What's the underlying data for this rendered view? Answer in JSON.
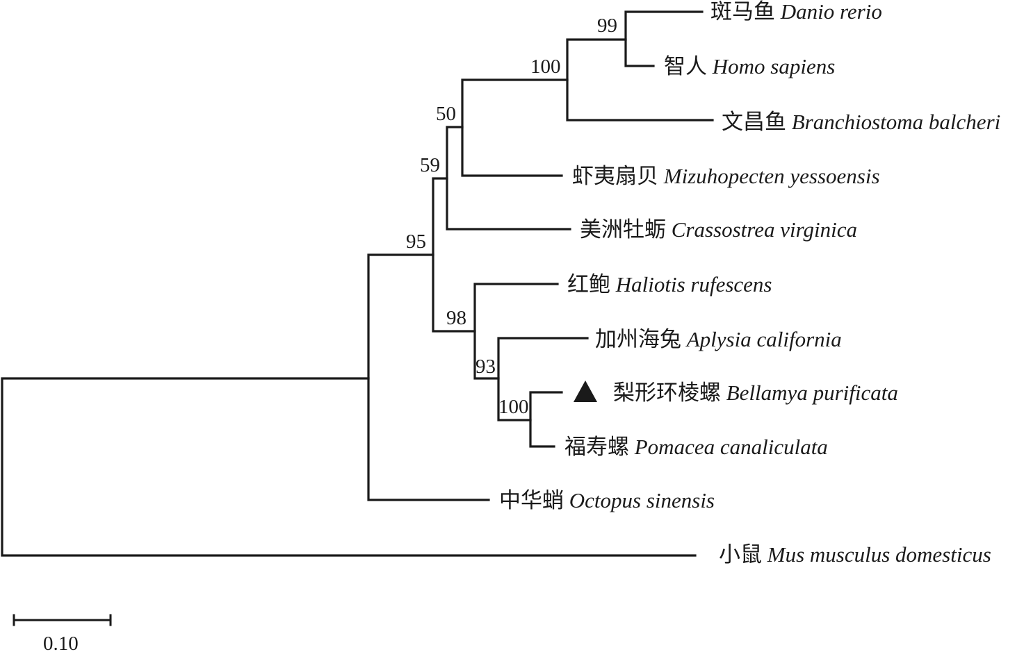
{
  "taxa": [
    {
      "cn": "斑马鱼",
      "latin": "Danio rerio"
    },
    {
      "cn": "智人",
      "latin": "Homo sapiens"
    },
    {
      "cn": "文昌鱼",
      "latin": "Branchiostoma balcheri"
    },
    {
      "cn": "虾夷扇贝",
      "latin": "Mizuhopecten yessoensis"
    },
    {
      "cn": "美洲牡蛎",
      "latin": "Crassostrea virginica"
    },
    {
      "cn": "红鲍",
      "latin": "Haliotis rufescens"
    },
    {
      "cn": "加州海兔",
      "latin": "Aplysia californi a"
    },
    {
      "cn": "梨形环棱螺",
      "latin": "Bellamya purificata",
      "marker": "filled-triangle"
    },
    {
      "cn": "福寿螺",
      "latin": "Pomacea canaliculata"
    },
    {
      "cn": "中华蛸",
      "latin": "Octopus sinensis"
    },
    {
      "cn": "小鼠",
      "latin": "Mus musculus domesticus"
    }
  ],
  "bootstrap": {
    "danio_homo": "99",
    "vertebrate_chordate": "100",
    "node50": "50",
    "node59": "59",
    "node95": "95",
    "node98": "98",
    "node93": "93",
    "bellamya_pomacea": "100"
  },
  "scale_bar": {
    "label": "0.10",
    "value": 0.1
  },
  "colors": {
    "line": "#1a1a1a",
    "background": "#ffffff"
  }
}
